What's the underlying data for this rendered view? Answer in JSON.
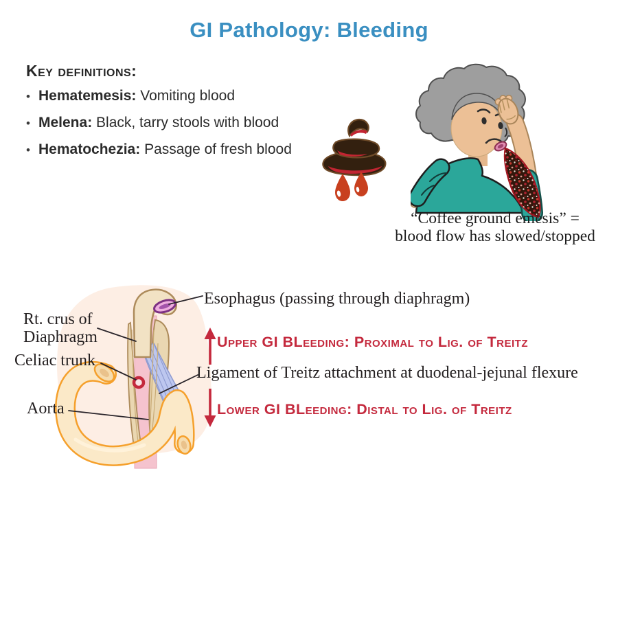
{
  "title": "GI Pathology: Bleeding",
  "definitions": {
    "heading": "Key definitions:",
    "bullet": "•",
    "items": [
      {
        "term": "Hematemesis:",
        "desc": "Vomiting blood"
      },
      {
        "term": "Melena:",
        "desc": "Black, tarry stools with blood"
      },
      {
        "term": "Hematochezia:",
        "desc": "Passage of fresh blood"
      }
    ]
  },
  "emesis_caption": {
    "line1": "“Coffee ground emesis” =",
    "line2": "blood flow has slowed/stopped"
  },
  "anatomy": {
    "labels": {
      "esophagus": "Esophagus (passing through diaphragm)",
      "rt_crus_line1": "Rt. crus of",
      "rt_crus_line2": "Diaphragm",
      "celiac_trunk": "Celiac trunk",
      "aorta": "Aorta",
      "ligament": "Ligament of Treitz attachment at duodenal-jejunal flexure"
    },
    "upper_gi_label": "Upper GI BLeeding: Proximal to Lig. of Treitz",
    "lower_gi_label": "Lower GI BLeeding: Distal to Lig. of Treitz"
  },
  "illustrations": {
    "stool_icon": "melena-stool-with-blood-drops",
    "woman_icon": "elderly-woman-coffee-ground-emesis",
    "anatomy_icon": "ligament-of-treitz-anatomy"
  },
  "colors": {
    "title_blue": "#3a8fc1",
    "accent_red": "#c4293d",
    "text_dark": "#231f20",
    "shirt_teal": "#2ba79a",
    "aorta_pink": "#f5c3ce",
    "ligament_blue": "#bdc7ef",
    "duodenum_orange": "#f5a02c"
  }
}
